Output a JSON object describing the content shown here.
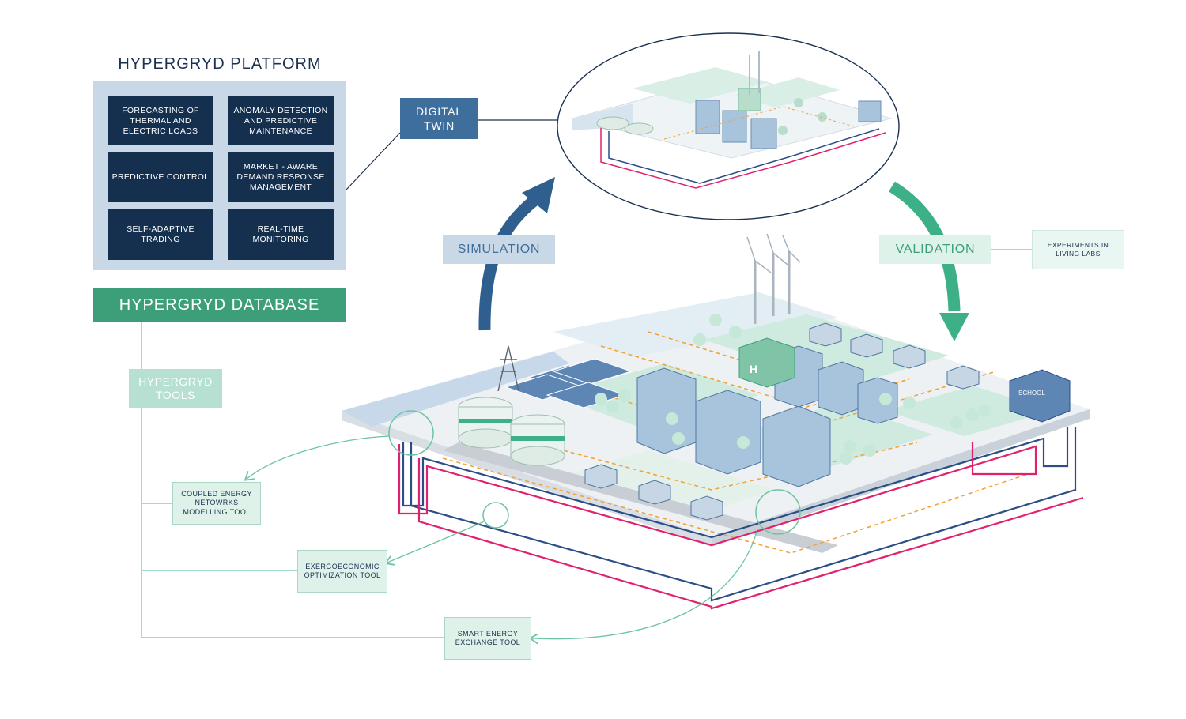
{
  "platform": {
    "title": "HYPERGRYD PLATFORM",
    "tiles": [
      {
        "label": "FORECASTING OF\nTHERMAL AND\nELECTRIC LOADS"
      },
      {
        "label": "ANOMALY DETECTION\nAND PREDICTIVE\nMAINTENANCE"
      },
      {
        "label": "PREDICTIVE CONTROL"
      },
      {
        "label": "MARKET - AWARE\nDEMAND RESPONSE\nMANAGEMENT"
      },
      {
        "label": "SELF-ADAPTIVE\nTRADING"
      },
      {
        "label": "REAL-TIME\nMONITORING"
      }
    ]
  },
  "database": {
    "label": "HYPERGRYD DATABASE"
  },
  "tools": {
    "label": "HYPERGRYD\nTOOLS",
    "items": [
      {
        "label": "COUPLED ENERGY\nNETOWRKS\nMODELLING TOOL"
      },
      {
        "label": "EXERGOECONOMIC\nOPTIMIZATION TOOL"
      },
      {
        "label": "SMART ENERGY\nEXCHANGE TOOL"
      }
    ]
  },
  "cycle": {
    "digital_twin": "DIGITAL\nTWIN",
    "simulation": "SIMULATION",
    "validation": "VALIDATION",
    "experiments": "EXPERIMENTS IN\nLIVING LABS"
  },
  "scene": {
    "school_sign": "SCHOOL",
    "hydrogen_sign": "H"
  },
  "colors": {
    "navy": "#15304f",
    "steel_blue": "#3e6e9c",
    "pale_blue": "#c9d8e6",
    "green": "#3d9f79",
    "mint": "#b6e0d1",
    "pale_mint": "#dff2ea",
    "heat_pipe": "#e0226e",
    "cold_pipe": "#2a4f86",
    "power_line": "#f0a43a"
  }
}
